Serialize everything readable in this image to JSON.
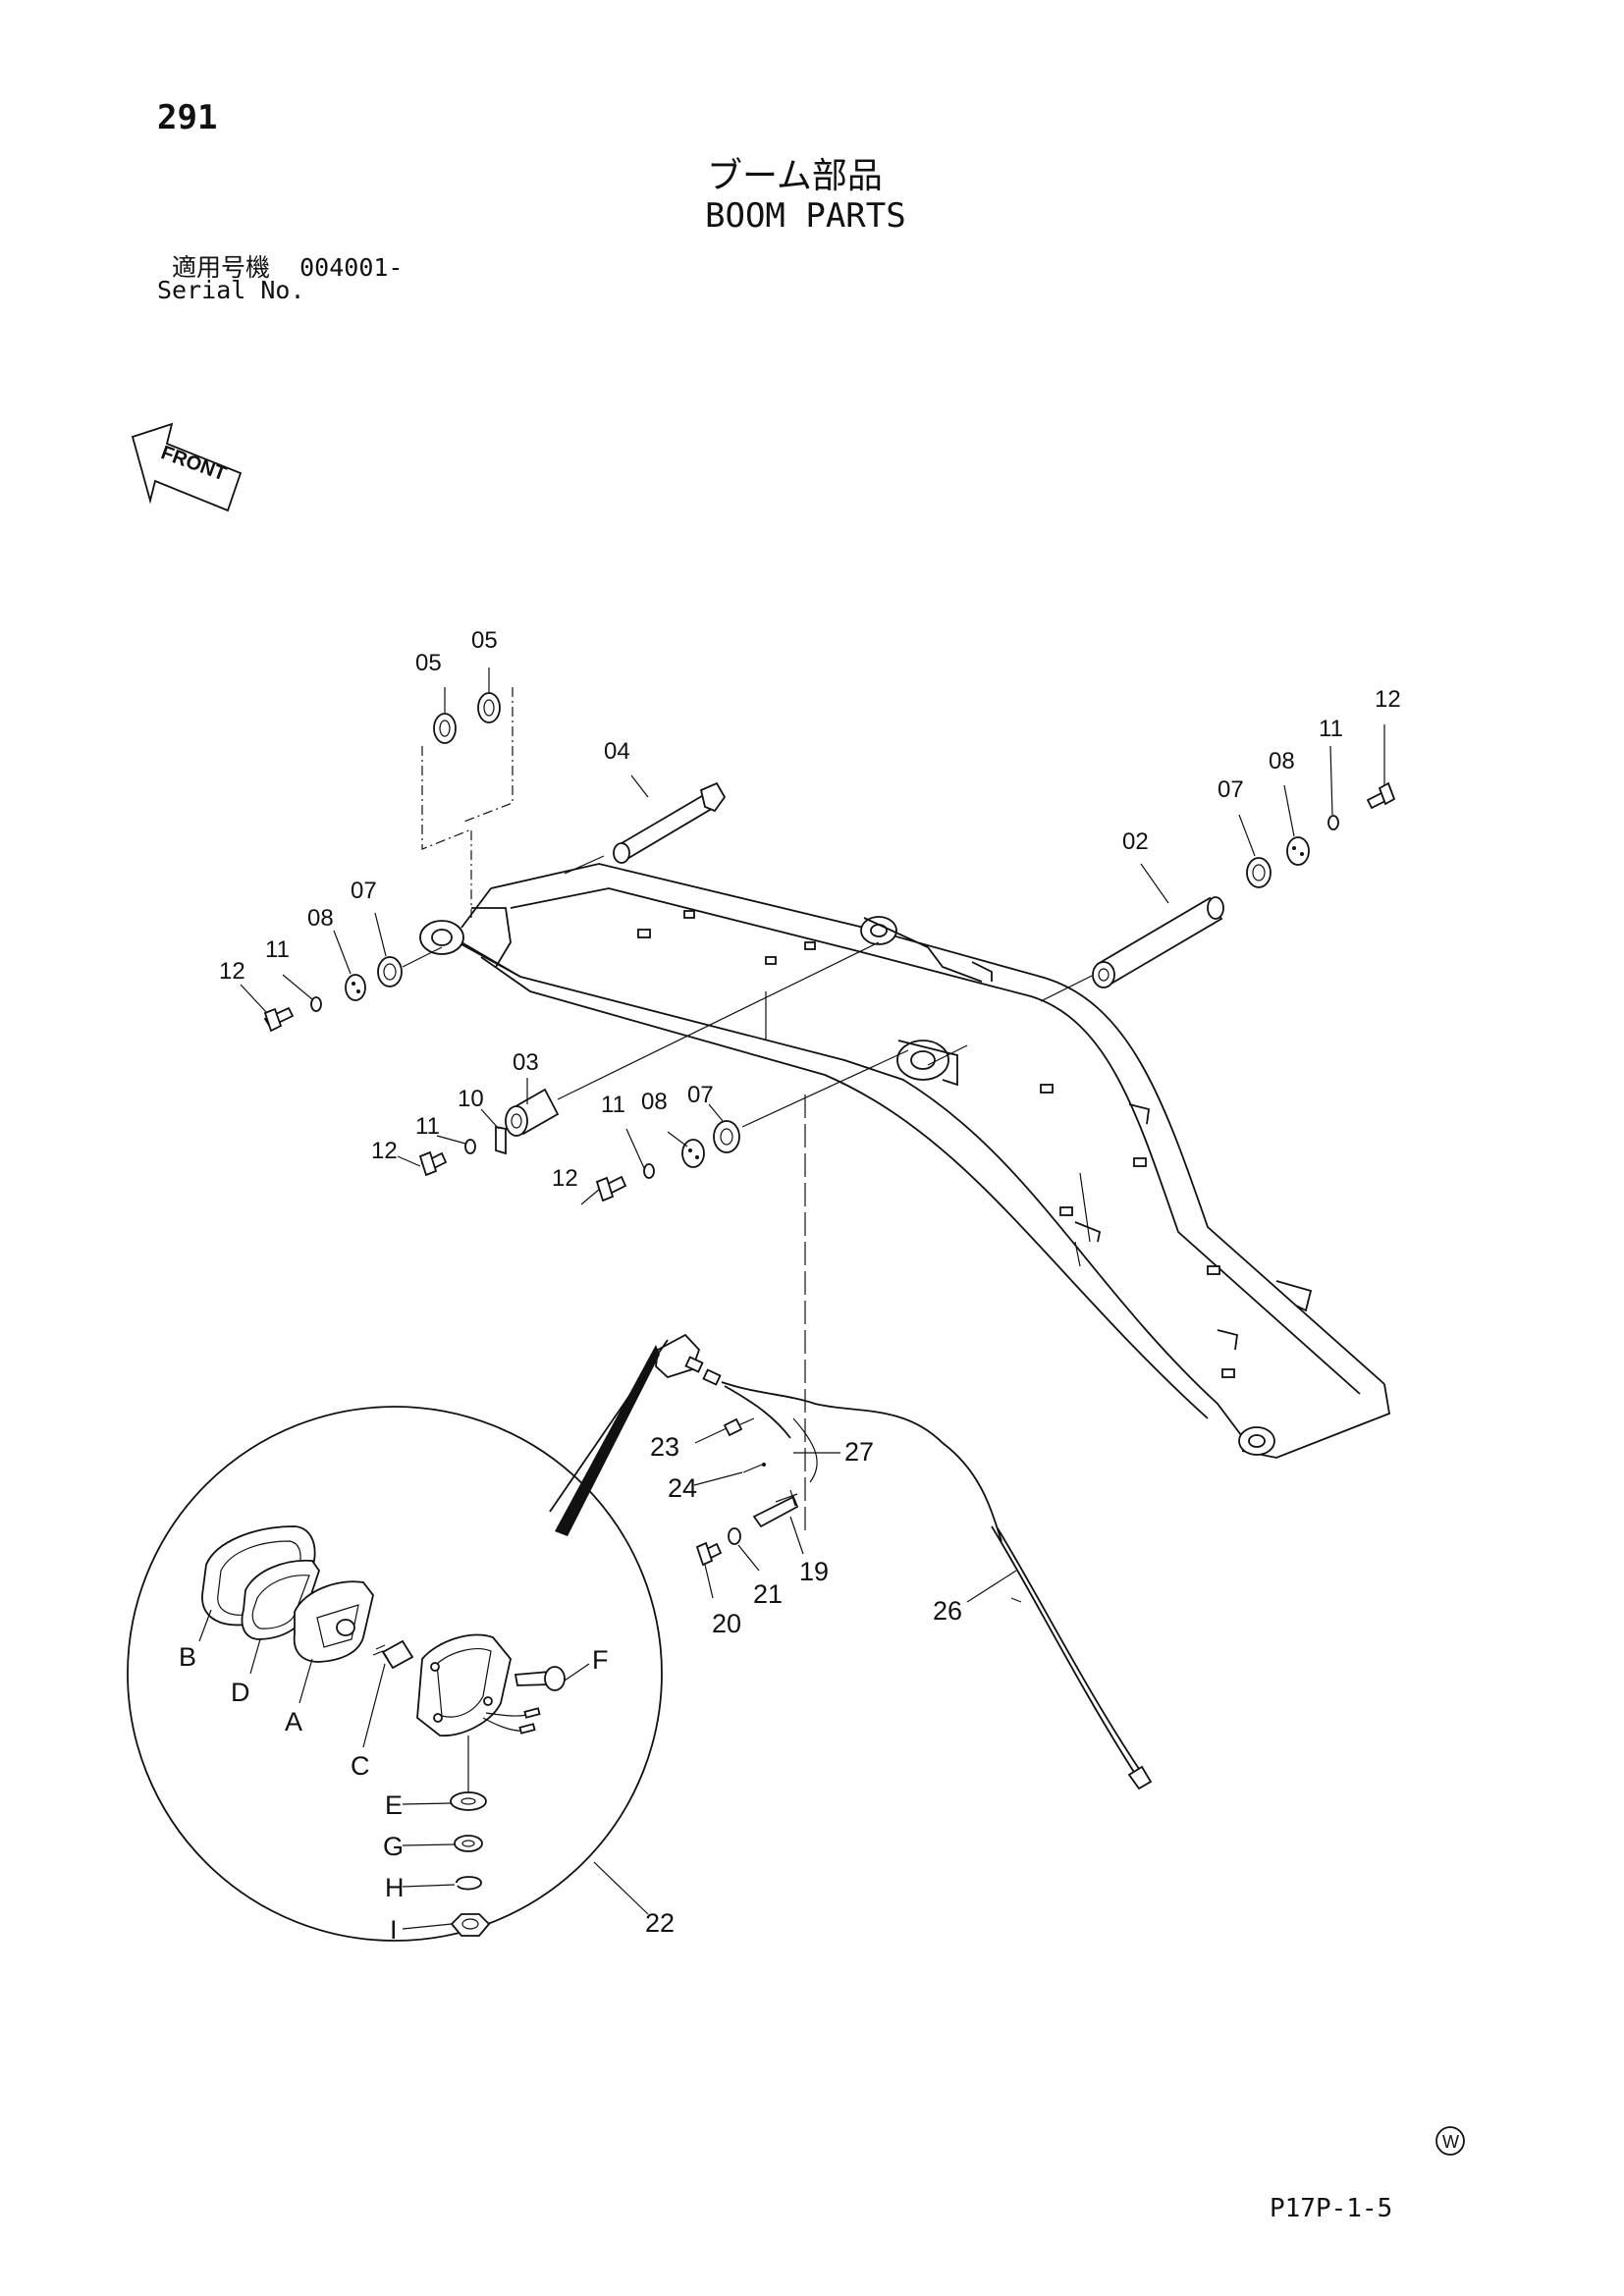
{
  "header": {
    "page_number": "291",
    "title_jp": "ブーム部品",
    "title_en": "BOOM PARTS",
    "serial_label_jp": "適用号機",
    "serial_value": "004001-",
    "serial_label_en": "Serial No."
  },
  "front_arrow": {
    "label": "FRONT"
  },
  "callouts": {
    "c05a": "05",
    "c05b": "05",
    "c04": "04",
    "c07a": "07",
    "c08a": "08",
    "c11a": "11",
    "c12a": "12",
    "c02": "02",
    "c07b": "07",
    "c08b": "08",
    "c11b": "11",
    "c12b": "12",
    "c03": "03",
    "c10": "10",
    "c11c": "11",
    "c12c": "12",
    "c11d": "11",
    "c12d": "12",
    "c08c": "08",
    "c07c": "07",
    "c23": "23",
    "c24": "24",
    "c27": "27",
    "c19": "19",
    "c21": "21",
    "c20": "20",
    "c26": "26",
    "c22": "22"
  },
  "detail_letters": {
    "B": "B",
    "D": "D",
    "A": "A",
    "C": "C",
    "F": "F",
    "E": "E",
    "G": "G",
    "H": "H",
    "I": "I"
  },
  "footer": {
    "symbol": "W",
    "drawing_code": "P17P-1-5"
  }
}
